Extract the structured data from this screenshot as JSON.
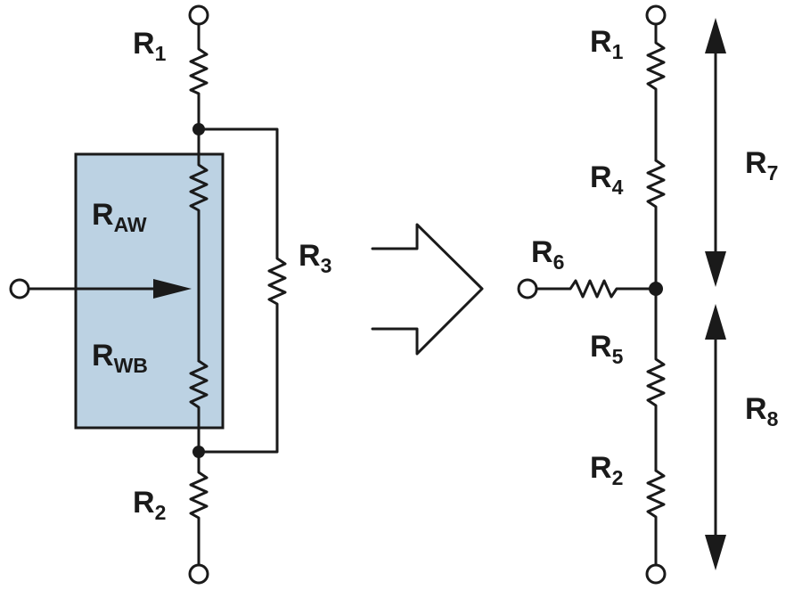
{
  "colors": {
    "line": "#1a1a1a",
    "potentiometer_fill": "#bcd2e3",
    "potentiometer_border": "#1a1a1a",
    "background": "#ffffff"
  },
  "left_circuit": {
    "r1": {
      "main": "R",
      "sub": "1"
    },
    "raw": {
      "main": "R",
      "sub": "AW"
    },
    "rwb": {
      "main": "R",
      "sub": "WB"
    },
    "r3": {
      "main": "R",
      "sub": "3"
    },
    "r2": {
      "main": "R",
      "sub": "2"
    }
  },
  "right_circuit": {
    "r1": {
      "main": "R",
      "sub": "1"
    },
    "r4": {
      "main": "R",
      "sub": "4"
    },
    "r6": {
      "main": "R",
      "sub": "6"
    },
    "r5": {
      "main": "R",
      "sub": "5"
    },
    "r2": {
      "main": "R",
      "sub": "2"
    },
    "r7": {
      "main": "R",
      "sub": "7"
    },
    "r8": {
      "main": "R",
      "sub": "8"
    }
  }
}
